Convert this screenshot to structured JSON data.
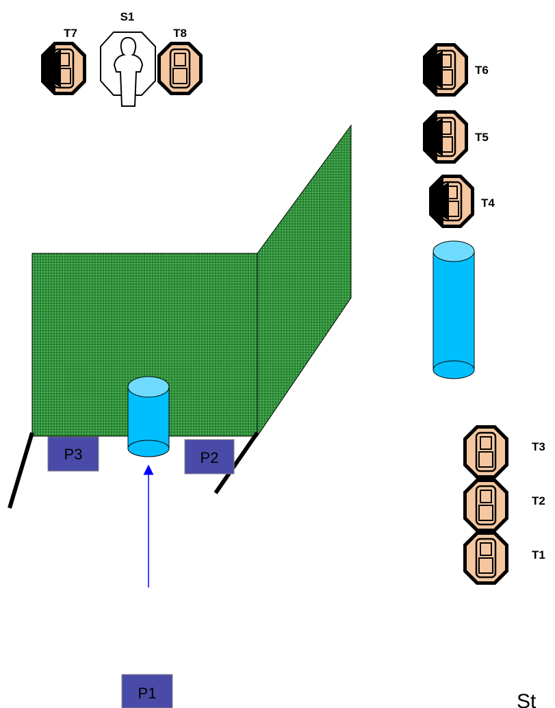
{
  "labels": {
    "s1": "S1",
    "t1": "T1",
    "t2": "T2",
    "t3": "T3",
    "t4": "T4",
    "t5": "T5",
    "t6": "T6",
    "t7": "T7",
    "t8": "T8",
    "p1": "P1",
    "p2": "P2",
    "p3": "P3",
    "partial_text": "St"
  },
  "colors": {
    "wall": "#2f8f3a",
    "wall_pattern": "#55b85a",
    "cylinder_body": "#00bfff",
    "cylinder_top": "#6fdcff",
    "target_fill": "#f5c7a0",
    "target_dark": "#000000",
    "marker_fill": "#4a4aa8",
    "arrow": "#0000ff"
  },
  "icons": {
    "target": "target-icon",
    "shooter": "shooter-silhouette-icon",
    "marker": "position-marker",
    "barrel": "barrel-cylinder"
  }
}
